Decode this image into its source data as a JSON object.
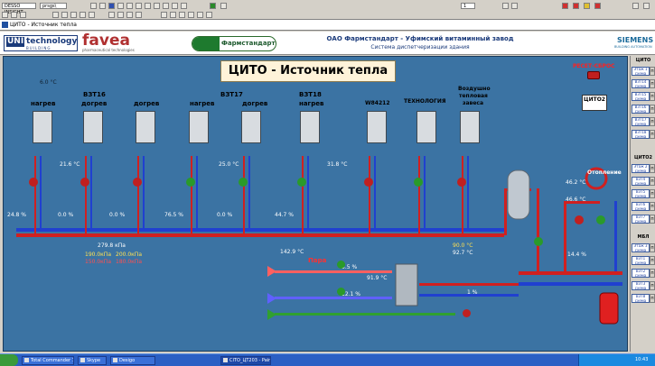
{
  "toolbar": {
    "field1": "DESSO INSIGHT",
    "field2": "prsgs\\",
    "page_num": "1"
  },
  "window": {
    "title": "ЦИТО - Источник тепла"
  },
  "banner": {
    "uni_logo_a": "UNI",
    "uni_logo_b": "technology",
    "uni_logo_c": "BUILDING",
    "favea_logo": "favea",
    "favea_sub": "pharmaceutical technologies",
    "pharm_logo": "Фармстандарт",
    "title": "ОАО Фармстандарт - Уфимский витаминный завод",
    "subtitle": "Система диспетчеризации здания",
    "siemens": "SIEMENS",
    "siemens_sub": "BUILDING AUTOMATION"
  },
  "process": {
    "title": "ЦИТО - Источник тепла",
    "reset_label": "РЕСЕТ-СБРОС",
    "cito2_label": "ЦИТО2",
    "outdoor_temp": "6.0 °C",
    "labels": {
      "nagrev1": "нагрев",
      "vzt16": "ВЗТ16",
      "dogrev1": "догрев",
      "dogrev2": "догрев",
      "vzt17": "ВЗТ17",
      "nagrev2": "нагрев",
      "dogrev3": "догрев",
      "vzt18": "ВЗТ18",
      "nagrev3": "нагрев",
      "w84212": "W84212",
      "tech": "ТЕХНОЛОГИЯ",
      "air_curtain_1": "Воздушно",
      "air_curtain_2": "тепловая",
      "air_curtain_3": "завеса",
      "heating": "Отопление",
      "steam": "Пара"
    },
    "temps": {
      "t_vzt16": "21.6 °C",
      "t_vzt17": "25.0 °C",
      "t_vzt18": "31.8 °C",
      "t_cito2_a": "46.2 °C",
      "t_cito2_b": "46.6 °C",
      "t_steam": "142.9 °C",
      "t_mid": "91.9 °C",
      "t_ret1": "90.0 °C",
      "t_ret2": "92.7 °C"
    },
    "valves": {
      "v1": "24.8 %",
      "v2": "0.0 %",
      "v3": "0.0 %",
      "v4": "76.5 %",
      "v5": "0.0 %",
      "v6": "44.7 %",
      "v7": "14.4 %",
      "v_steam1": "3.5 %",
      "v_steam2": "12.1 %",
      "v_flow": "1 %"
    },
    "pressure": {
      "p_main": "279.8 кПа",
      "p_range_a": "190.0кПа",
      "p_range_b": "200.0кПа",
      "p_range_c": "150.0кПа",
      "p_range_d": "180.0кПа"
    }
  },
  "side_panel": {
    "group1": "ЦИТО",
    "items1": [
      {
        "a": "Этаж 1",
        "b": "схема"
      },
      {
        "a": "ВЗТ14",
        "b": "схема"
      },
      {
        "a": "ВЗТ15",
        "b": "схема"
      },
      {
        "a": "ВЗТ16",
        "b": "схема"
      },
      {
        "a": "ВЗТ17",
        "b": "схема"
      },
      {
        "a": "ВЗТ18",
        "b": "схема"
      }
    ],
    "group2": "ЦИТО2",
    "items2": [
      {
        "a": "Этаж 2",
        "b": "схема"
      },
      {
        "a": "ВЗТ4",
        "b": "схема"
      },
      {
        "a": "ВЗТ5",
        "b": "схема"
      },
      {
        "a": "ВЗТ6",
        "b": "схема"
      },
      {
        "a": "ВЗТ7",
        "b": "схема"
      }
    ],
    "group3": "МБЛ",
    "items3": [
      {
        "a": "Этаж 3",
        "b": "схема"
      },
      {
        "a": "ВЗТ1",
        "b": "схема"
      },
      {
        "a": "ВЗТ2",
        "b": "схема"
      },
      {
        "a": "ВЗТ3",
        "b": "схема"
      },
      {
        "a": "ВЗТ8",
        "b": "схема"
      }
    ],
    "p_label": "п"
  },
  "taskbar": {
    "tasks": [
      "Total Commander 7...",
      "Skype",
      "Desigo",
      "CITO_ЦТ203 - Paint"
    ],
    "clock": "10:43"
  }
}
